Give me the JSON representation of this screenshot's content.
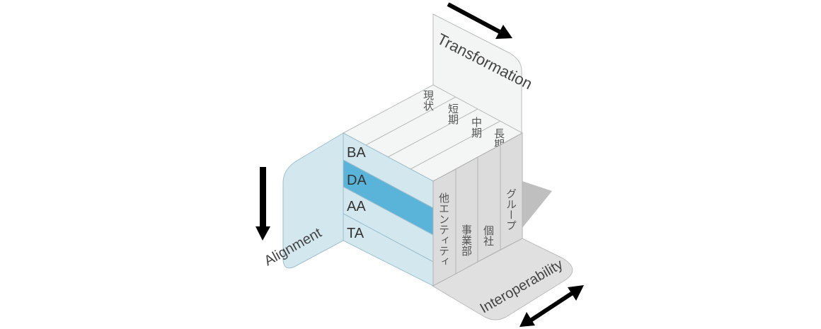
{
  "axes": {
    "transformation": "Transformation",
    "alignment": "Alignment",
    "interoperability": "Interoperability"
  },
  "layers": [
    "BA",
    "DA",
    "AA",
    "TA"
  ],
  "highlighted_layer": "DA",
  "time_horizons": [
    "現状",
    "短期",
    "中期",
    "長期"
  ],
  "scopes": [
    "他エンティティ",
    "事業部",
    "個社",
    "グループ"
  ],
  "colors": {
    "layer_panel": "#d3e7ef",
    "highlight": "#5ab4d9",
    "scope_panel": "#dcdcdc",
    "top_face": "#f4f6f6",
    "arrow": "#000000"
  }
}
